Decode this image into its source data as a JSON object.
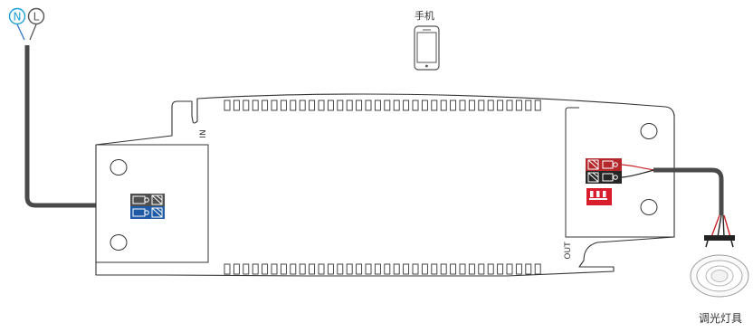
{
  "labels": {
    "neutral": "N",
    "live": "L",
    "phone": "手机",
    "input_side": "IN",
    "output_side": "OUT",
    "lamp": "调光灯具"
  },
  "colors": {
    "neutral_terminal": "#1ea0d8",
    "live_terminal": "#1ea0d8",
    "input_cable": "#4a4a4a",
    "input_terminal_top": "#4f4f4f",
    "input_terminal_bottom": "#1e5aa6",
    "output_terminal_top": "#b4282c",
    "output_terminal_bottom": "#262626",
    "dip_switch": "#d81e2c",
    "wire_blue": "#2f78c8",
    "wire_red": "#c8262a",
    "wire_dark": "#222222",
    "outline": "#333333"
  },
  "icons": [
    "smartphone-icon",
    "downlight-lamp-icon",
    "screw-terminal-icon",
    "dip-switch-icon"
  ]
}
